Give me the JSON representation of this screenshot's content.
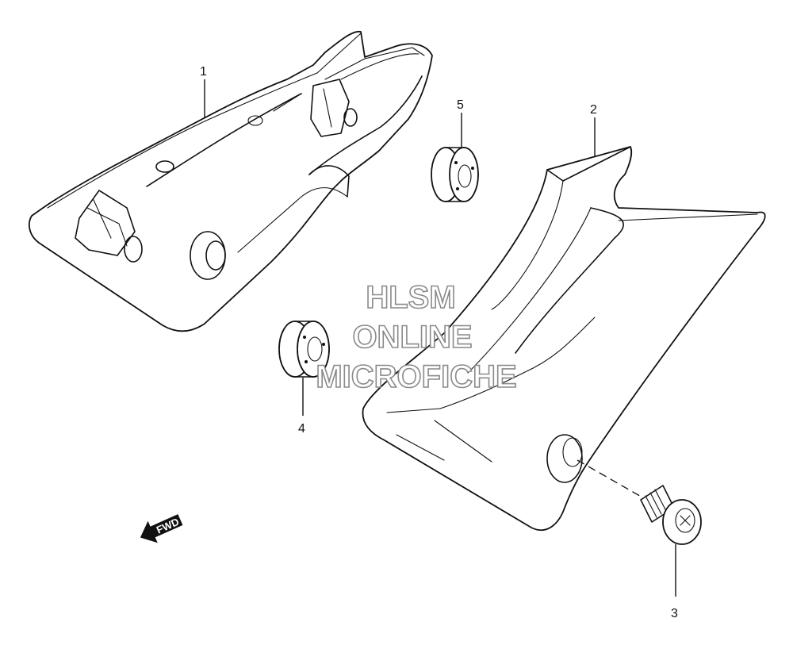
{
  "watermark": {
    "line1": "HLSM",
    "line2": "ONLINE",
    "line3": "MICROFICHE"
  },
  "callouts": [
    "1",
    "2",
    "3",
    "4",
    "5"
  ],
  "fwd_label": "FWD",
  "icons": {
    "fwd": "fwd-arrow-icon"
  }
}
